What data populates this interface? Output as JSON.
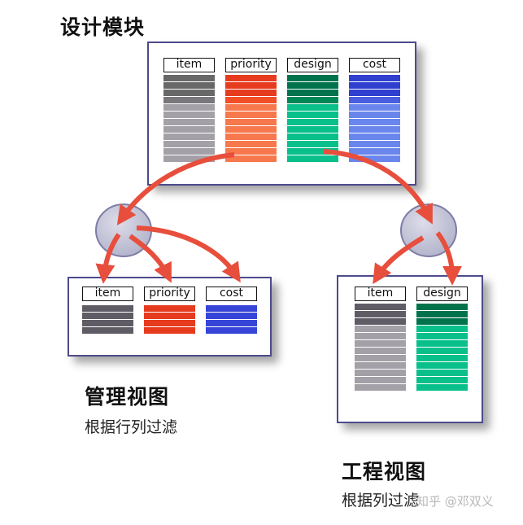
{
  "design_module": {
    "title": "设计模块",
    "columns": [
      {
        "label": "item",
        "colors": [
          "#686868",
          "#686868",
          "#686868",
          "#7a777c",
          "#a3a0a7",
          "#a3a0a7",
          "#a3a0a7",
          "#a3a0a7",
          "#a3a0a7",
          "#a3a0a7",
          "#a3a0a7",
          "#a3a0a7"
        ]
      },
      {
        "label": "priority",
        "colors": [
          "#e63b1e",
          "#e63b1e",
          "#e63b1e",
          "#f24e27",
          "#f7784d",
          "#f7784d",
          "#f7784d",
          "#f7784d",
          "#f7784d",
          "#f7784d",
          "#f7784d",
          "#f7784d"
        ]
      },
      {
        "label": "design",
        "colors": [
          "#00734d",
          "#00734d",
          "#00734d",
          "#008758",
          "#09c08a",
          "#09c08a",
          "#09c08a",
          "#09c08a",
          "#09c08a",
          "#09c08a",
          "#09c08a",
          "#09c08a"
        ]
      },
      {
        "label": "cost",
        "colors": [
          "#2f3fcf",
          "#2f3fcf",
          "#2f3fcf",
          "#4a5ee0",
          "#6a86ec",
          "#6a86ec",
          "#6a86ec",
          "#6a86ec",
          "#6a86ec",
          "#6a86ec",
          "#6a86ec",
          "#6a86ec"
        ]
      }
    ]
  },
  "management_view": {
    "title": "管理视图",
    "subtitle": "根据行列过滤",
    "columns": [
      {
        "label": "item",
        "colors": [
          "#5f5c66",
          "#5f5c66",
          "#5f5c66",
          "#5f5c66"
        ]
      },
      {
        "label": "priority",
        "colors": [
          "#e63b1e",
          "#e63b1e",
          "#e63b1e",
          "#e63b1e"
        ]
      },
      {
        "label": "cost",
        "colors": [
          "#3645d8",
          "#3645d8",
          "#3645d8",
          "#3645d8"
        ]
      }
    ]
  },
  "engineering_view": {
    "title": "工程视图",
    "subtitle": "根据列过滤",
    "columns": [
      {
        "label": "item",
        "colors": [
          "#5f5c66",
          "#5f5c66",
          "#5f5c66",
          "#a3a0a7",
          "#a3a0a7",
          "#a3a0a7",
          "#a3a0a7",
          "#a3a0a7",
          "#a3a0a7",
          "#a3a0a7",
          "#a3a0a7",
          "#a3a0a7"
        ]
      },
      {
        "label": "design",
        "colors": [
          "#00734d",
          "#00734d",
          "#00734d",
          "#09c08a",
          "#09c08a",
          "#09c08a",
          "#09c08a",
          "#09c08a",
          "#09c08a",
          "#09c08a",
          "#09c08a",
          "#09c08a"
        ]
      }
    ]
  },
  "watermark": "知乎 @邓双义",
  "colors": {
    "arrow": "#e84e3c",
    "filter_node": "#c7c7db",
    "panel_border": "#4d4a8c"
  }
}
